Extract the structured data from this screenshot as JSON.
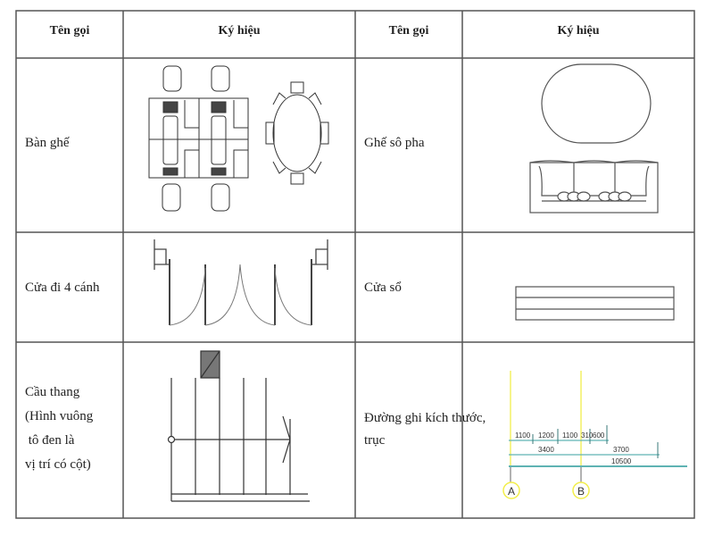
{
  "header": {
    "col1": "Tên gọi",
    "col2": "Ký hiệu",
    "col3": "Tên gọi",
    "col4": "Ký hiệu"
  },
  "rows": [
    {
      "left_name": "Bàn ghế",
      "right_name": "Ghế sô pha"
    },
    {
      "left_name": "Cửa đi 4 cánh",
      "right_name": "Cửa sổ"
    },
    {
      "left_name_lines": [
        "Cầu thang",
        "(Hình vuông",
        " tô đen là",
        "vị trí có cột)"
      ],
      "right_name_lines": [
        "Đường ghi kích thước,",
        "trục"
      ]
    }
  ],
  "dimension_symbol": {
    "segments_row1": [
      "1100",
      "1200",
      "1100",
      "310",
      "600"
    ],
    "segments_row2": [
      "3400",
      "3700"
    ],
    "total": "10500",
    "axes": [
      "A",
      "B"
    ],
    "colors": {
      "axis_line": "#f2ee4a",
      "dim_line": "#5fb3b3"
    }
  }
}
